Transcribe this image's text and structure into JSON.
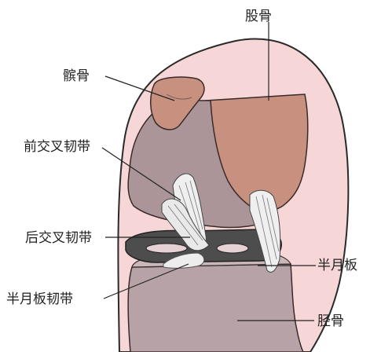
{
  "labels": {
    "femur": "股骨",
    "patella": "髌骨",
    "acl": "前交叉韧带",
    "pcl": "后交叉韧带",
    "meniscus": "半月板",
    "meniscal_ligament": "半月板韧带",
    "tibia": "胫骨"
  },
  "colors": {
    "skin": "#f6d6d6",
    "skin_outline": "#2a2a2a",
    "bone": "#c28f80",
    "bone_light": "#dbb0a4",
    "bone_gray": "#a99497",
    "cartilage": "#b9a6aa",
    "meniscus": "#4f4f4f",
    "ligament": "#eeeeee",
    "text": "#222222"
  }
}
